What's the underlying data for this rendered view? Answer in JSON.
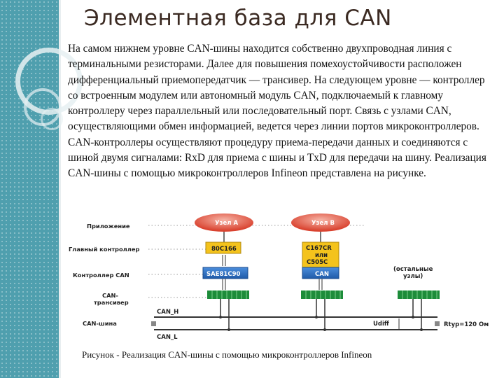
{
  "slide": {
    "title": "Элементная база для CAN",
    "paragraph": "На самом нижнем уровне CAN-шины находится собственно двухпроводная линия с терминальными резисторами. Далее для повышения помехоустойчивости расположен дифференциальный приемопередатчик — трансивер. На следующем уровне — контроллер со встроенным модулем или автономный модуль CAN, подключаемый к главному контроллеру через параллельный или последовательный порт. Связь с узлами CAN, осуществляющими обмен информацией, ведется через линии портов микроконтроллеров. CAN-контроллеры осуществляют процедуру приема-передачи данных и соединяются с шиной двумя сигналами: RxD для приема с шины и TxD для передачи на шину. Реализация CAN-шины с помощью микроконтроллеров Infineon представлена на рисунке.",
    "caption": "Рисунок - Реализация CAN-шины с помощью микроконтроллеров Infineon"
  },
  "diagram": {
    "layers": {
      "app": "Приложение",
      "main_controller": "Главный контроллер",
      "can_controller": "Контроллер CAN",
      "transceiver_1": "CAN-",
      "transceiver_2": "трансивер",
      "bus": "CAN-шина"
    },
    "node_a": {
      "label": "Узел А",
      "mcu": "80С166",
      "can": "SAE81C90"
    },
    "node_b": {
      "label": "Узел В",
      "mcu_1": "C167CR",
      "mcu_2": "или",
      "mcu_3": "C505C",
      "can": "CAN"
    },
    "other_nodes_1": "(остальные",
    "other_nodes_2": "узлы)",
    "can_h": "CAN_H",
    "can_l": "CAN_L",
    "udiff": "Udiff",
    "rtyp": "Rtyp=120 Ом",
    "colors": {
      "sidebar": "#4f9fae",
      "node_oval": "#d9412e",
      "mcu_box": "#f4c31c",
      "can_box": "#2d6fc4",
      "transceiver": "#1d8c3a"
    }
  }
}
